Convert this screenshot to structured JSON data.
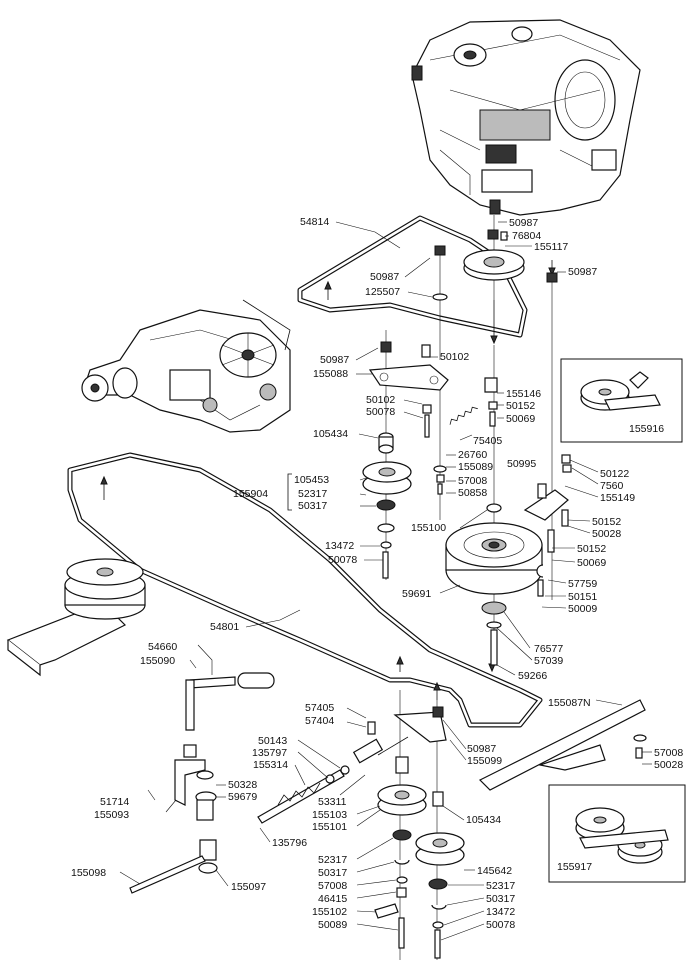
{
  "header": {
    "partial_title": ""
  },
  "callouts": [
    {
      "id": "c1",
      "text": "54814"
    },
    {
      "id": "c2",
      "text": "50987"
    },
    {
      "id": "c3",
      "text": "76804"
    },
    {
      "id": "c4",
      "text": "155117"
    },
    {
      "id": "c5",
      "text": "50987"
    },
    {
      "id": "c6",
      "text": "50987"
    },
    {
      "id": "c7",
      "text": "125507"
    },
    {
      "id": "c8",
      "text": "50987"
    },
    {
      "id": "c9",
      "text": "50102"
    },
    {
      "id": "c10",
      "text": "155088"
    },
    {
      "id": "c11",
      "text": "155146"
    },
    {
      "id": "c12",
      "text": "50102"
    },
    {
      "id": "c13",
      "text": "50152"
    },
    {
      "id": "c14",
      "text": "50078"
    },
    {
      "id": "c15",
      "text": "50069"
    },
    {
      "id": "c16",
      "text": "105434"
    },
    {
      "id": "c17",
      "text": "75405"
    },
    {
      "id": "c18",
      "text": "155916"
    },
    {
      "id": "c19",
      "text": "26760"
    },
    {
      "id": "c20",
      "text": "50995"
    },
    {
      "id": "c21",
      "text": "155089"
    },
    {
      "id": "c22",
      "text": "50122"
    },
    {
      "id": "c23",
      "text": "105453"
    },
    {
      "id": "c24",
      "text": "57008"
    },
    {
      "id": "c25",
      "text": "7560"
    },
    {
      "id": "c26",
      "text": "155904"
    },
    {
      "id": "c27",
      "text": "52317"
    },
    {
      "id": "c28",
      "text": "50858"
    },
    {
      "id": "c29",
      "text": "155149"
    },
    {
      "id": "c30",
      "text": "50317"
    },
    {
      "id": "c31",
      "text": "155100"
    },
    {
      "id": "c32",
      "text": "50152"
    },
    {
      "id": "c33",
      "text": "50028"
    },
    {
      "id": "c34",
      "text": "13472"
    },
    {
      "id": "c35",
      "text": "50152"
    },
    {
      "id": "c36",
      "text": "50078"
    },
    {
      "id": "c37",
      "text": "50069"
    },
    {
      "id": "c38",
      "text": "57759"
    },
    {
      "id": "c39",
      "text": "59691"
    },
    {
      "id": "c40",
      "text": "50151"
    },
    {
      "id": "c41",
      "text": "50009"
    },
    {
      "id": "c42",
      "text": "54801"
    },
    {
      "id": "c43",
      "text": "76577"
    },
    {
      "id": "c44",
      "text": "57039"
    },
    {
      "id": "c45",
      "text": "54660"
    },
    {
      "id": "c46",
      "text": "59266"
    },
    {
      "id": "c47",
      "text": "155090"
    },
    {
      "id": "c48",
      "text": "155087N"
    },
    {
      "id": "c49",
      "text": "57405"
    },
    {
      "id": "c50",
      "text": "57404"
    },
    {
      "id": "c51",
      "text": "50987"
    },
    {
      "id": "c52",
      "text": "50143"
    },
    {
      "id": "c53",
      "text": "155099"
    },
    {
      "id": "c54",
      "text": "57008"
    },
    {
      "id": "c55",
      "text": "135797"
    },
    {
      "id": "c56",
      "text": "50028"
    },
    {
      "id": "c57",
      "text": "155314"
    },
    {
      "id": "c58",
      "text": "50328"
    },
    {
      "id": "c59",
      "text": "53311"
    },
    {
      "id": "c60",
      "text": "51714"
    },
    {
      "id": "c61",
      "text": "59679"
    },
    {
      "id": "c62",
      "text": "155103"
    },
    {
      "id": "c63",
      "text": "105434"
    },
    {
      "id": "c64",
      "text": "155093"
    },
    {
      "id": "c65",
      "text": "155101"
    },
    {
      "id": "c66",
      "text": "135796"
    },
    {
      "id": "c67",
      "text": "155917"
    },
    {
      "id": "c68",
      "text": "52317"
    },
    {
      "id": "c69",
      "text": "145642"
    },
    {
      "id": "c70",
      "text": "155098"
    },
    {
      "id": "c71",
      "text": "50317"
    },
    {
      "id": "c72",
      "text": "155097"
    },
    {
      "id": "c73",
      "text": "57008"
    },
    {
      "id": "c74",
      "text": "52317"
    },
    {
      "id": "c75",
      "text": "46415"
    },
    {
      "id": "c76",
      "text": "50317"
    },
    {
      "id": "c77",
      "text": "155102"
    },
    {
      "id": "c78",
      "text": "13472"
    },
    {
      "id": "c79",
      "text": "50089"
    },
    {
      "id": "c80",
      "text": "50078"
    }
  ]
}
